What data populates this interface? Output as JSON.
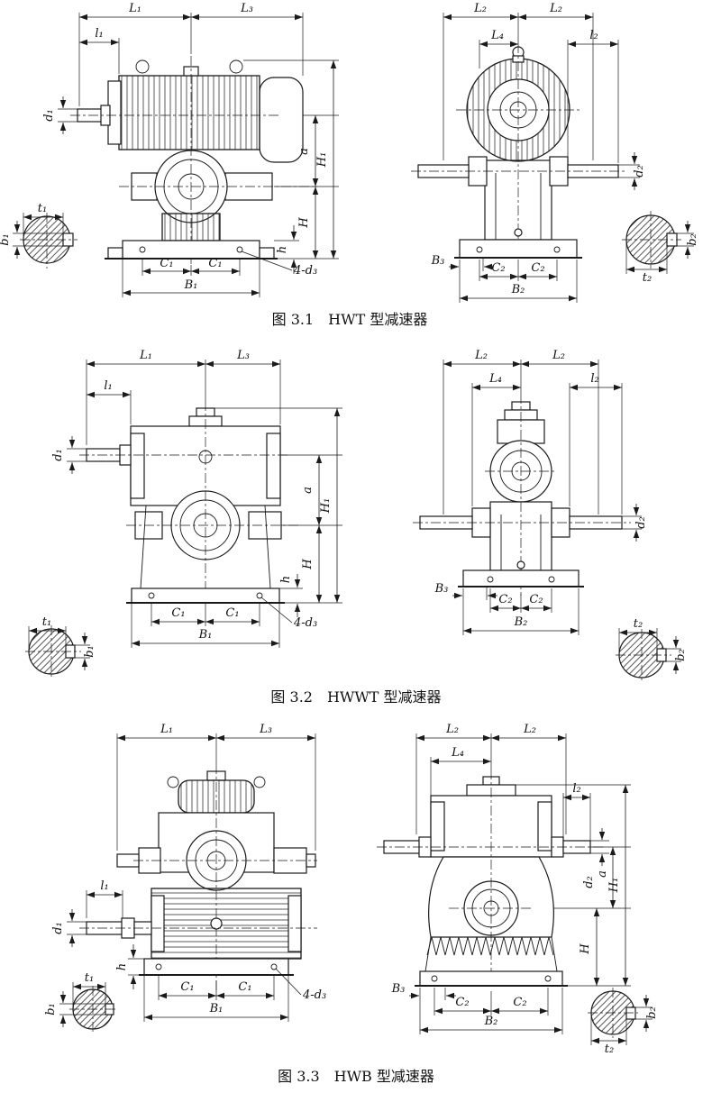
{
  "page": {
    "background": "#ffffff",
    "ink": "#1a1a1a"
  },
  "dims": {
    "L1": "L₁",
    "L2": "L₂",
    "L3": "L₃",
    "L4": "L₄",
    "l1": "l₁",
    "l2": "l₂",
    "d1": "d₁",
    "d2": "d₂",
    "a": "a",
    "H1": "H₁",
    "H": "H",
    "h": "h",
    "B1": "B₁",
    "B2": "B₂",
    "B3": "B₃",
    "C1": "C₁",
    "C2": "C₂",
    "t1": "t₁",
    "t2": "t₂",
    "b1": "b₁",
    "b2": "b₂",
    "d3_callout": "4-d₃"
  },
  "figures": [
    {
      "caption": "图 3.1　HWT 型减速器"
    },
    {
      "caption": "图 3.2　HWWT 型减速器"
    },
    {
      "caption": "图 3.3　HWB 型减速器"
    }
  ]
}
